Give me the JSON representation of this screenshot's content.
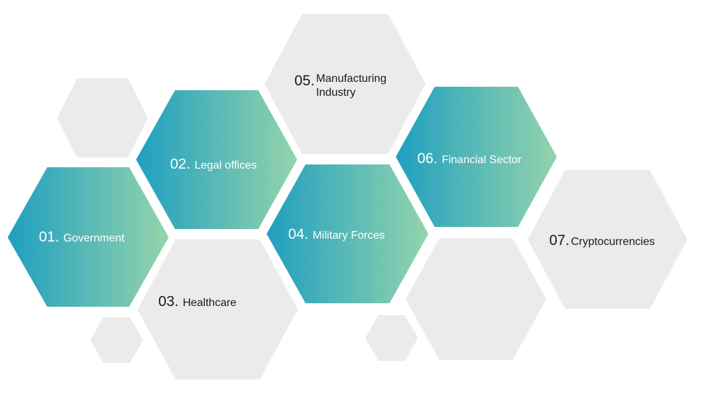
{
  "colors": {
    "gradient_start": "#1f9fc0",
    "gradient_end": "#94d4ac",
    "grey_hex": "#ebebeb",
    "dark_text": "#1a1a1a",
    "light_text": "#ffffff"
  },
  "items": [
    {
      "number": "01.",
      "label": "Government",
      "style": "gradient"
    },
    {
      "number": "02.",
      "label": "Legal offices",
      "style": "gradient"
    },
    {
      "number": "03.",
      "label": "Healthcare",
      "style": "grey"
    },
    {
      "number": "04.",
      "label": "Military Forces",
      "style": "gradient"
    },
    {
      "number": "05.",
      "label": "Manufacturing Industry",
      "style": "grey"
    },
    {
      "number": "06.",
      "label": "Financial Sector",
      "style": "gradient"
    },
    {
      "number": "07.",
      "label": "Cryptocurrencies",
      "style": "grey"
    }
  ]
}
